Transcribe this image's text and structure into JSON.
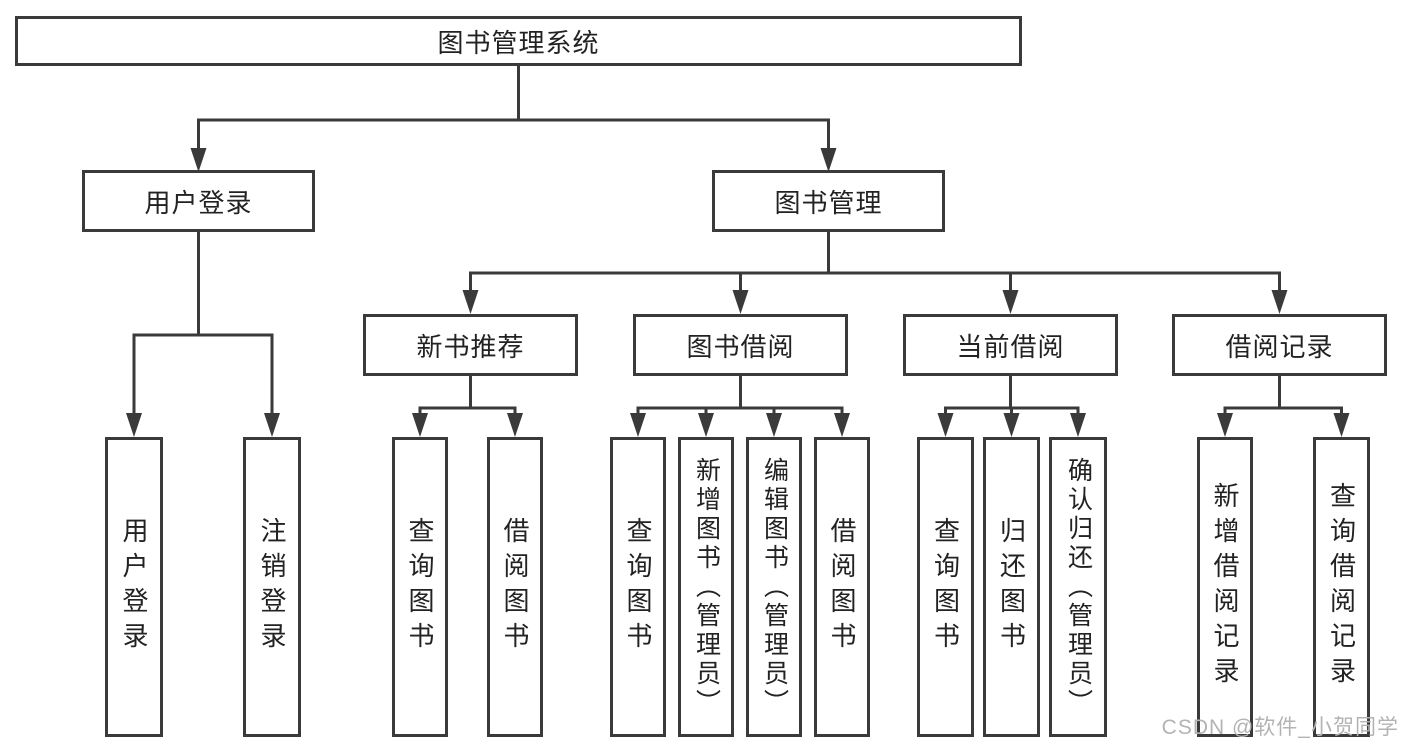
{
  "diagram": {
    "root": {
      "label": "图书管理系统"
    },
    "level2": {
      "user_login": {
        "label": "用户登录"
      },
      "book_mgmt": {
        "label": "图书管理"
      }
    },
    "level3": {
      "new_books": {
        "label": "新书推荐"
      },
      "borrow": {
        "label": "图书借阅"
      },
      "current": {
        "label": "当前借阅"
      },
      "records": {
        "label": "借阅记录"
      }
    },
    "leaves": {
      "user_login": [
        "用户登录",
        "注销登录"
      ],
      "new_books": [
        "查询图书",
        "借阅图书"
      ],
      "borrow": [
        "查询图书",
        "新增图书（管理员）",
        "编辑图书（管理员）",
        "借阅图书"
      ],
      "current": [
        "查询图书",
        "归还图书",
        "确认归还（管理员）"
      ],
      "records": [
        "新增借阅记录",
        "查询借阅记录"
      ]
    }
  },
  "watermark": {
    "text": "CSDN @软件_小贺同学"
  },
  "colors": {
    "line": "#3a3a3a",
    "text": "#222222",
    "watermark": "#b3b3b3",
    "background": "#ffffff"
  }
}
